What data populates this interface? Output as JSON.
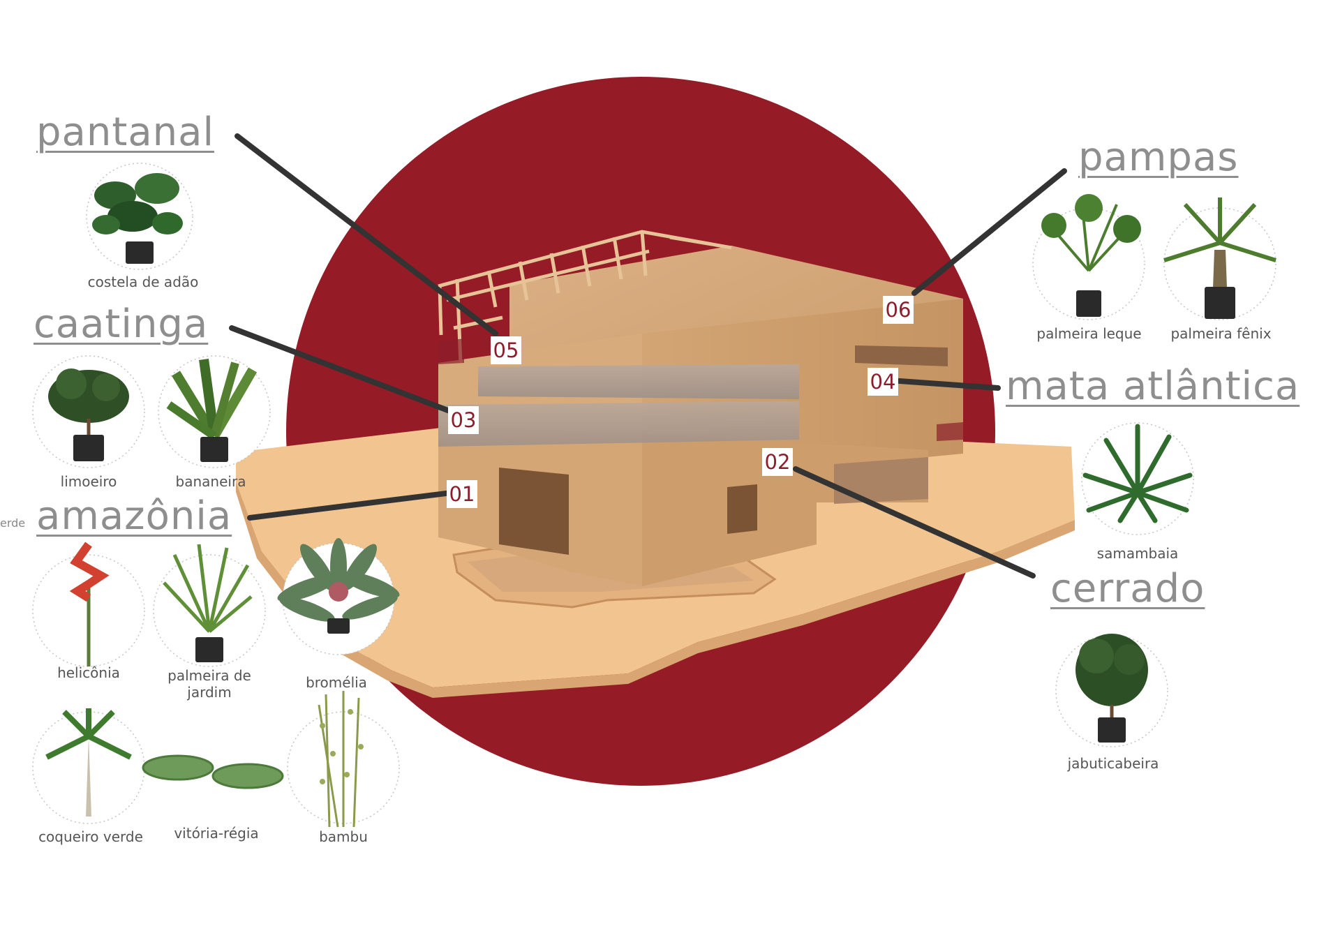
{
  "colors": {
    "circle": "#951b26",
    "model_wood": "#d8ab7c",
    "base_wood": "#f2c490",
    "leader": "#333333",
    "number": "#8c1e2b",
    "biome_text": "#8e8e8e"
  },
  "biomes": {
    "pantanal": "pantanal",
    "caatinga": "caatinga",
    "amazonia": "amazônia",
    "pampas": "pampas",
    "mata_atlantica": "mata atlântica",
    "cerrado": "cerrado"
  },
  "numbers": [
    "01",
    "02",
    "03",
    "04",
    "05",
    "06"
  ],
  "plants": {
    "costela": "costela de adão",
    "limoeiro": "limoeiro",
    "bananeira": "bananeira",
    "heliconia": "helicônia",
    "palmeira_jardim": "palmeira de jardim",
    "bromelia": "bromélia",
    "coqueiro": "coqueiro verde",
    "vitoria": "vitória-régia",
    "bambu": "bambu",
    "palmeira_leque": "palmeira leque",
    "palmeira_fenix": "palmeira fênix",
    "samambaia": "samambaia",
    "jabuticabeira": "jabuticabeira"
  },
  "stray_text": "erde"
}
